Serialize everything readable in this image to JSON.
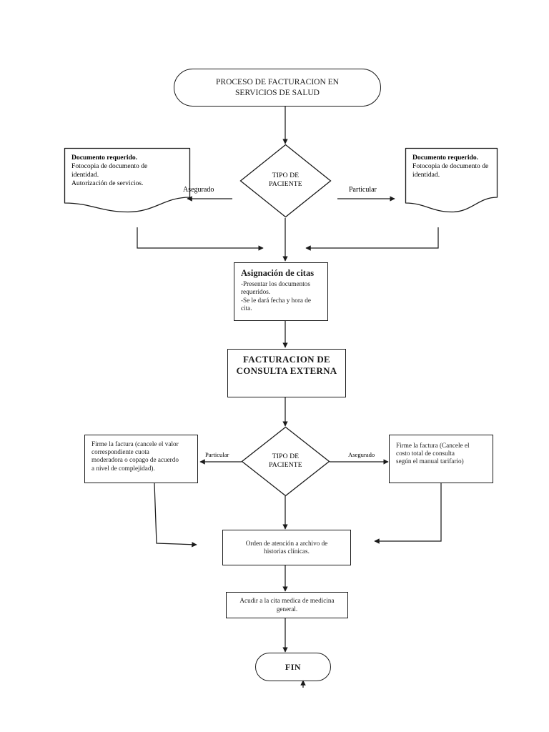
{
  "diagram": {
    "title": "Flujograma proceso de facturacion en servicios de salud",
    "type": "flowchart"
  },
  "nodes": {
    "start": {
      "shape": "terminator",
      "line1": "PROCESO DE FACTURACION EN",
      "line2": "SERVICIOS DE SALUD"
    },
    "decision_top": {
      "shape": "diamond",
      "line1": "TIPO DE",
      "line2": "PACIENTE"
    },
    "doc_left": {
      "shape": "document",
      "heading": "Documento requerido.",
      "line1": "Fotocopia de documento de",
      "line2": "identidad.",
      "line3": "Autorización de servicios."
    },
    "doc_right": {
      "shape": "document",
      "heading": "Documento requerido.",
      "line1": "Fotocopia de documento de",
      "line2": "identidad."
    },
    "asignacion": {
      "shape": "process",
      "heading": "Asignación de citas",
      "line1": "-Presentar los documentos",
      "line2": "requeridos.",
      "line3": "-Se le dará fecha y hora de",
      "line4": "cita."
    },
    "facturacion": {
      "shape": "process",
      "line1": "FACTURACION DE",
      "line2": "CONSULTA EXTERNA"
    },
    "decision_bottom": {
      "shape": "diamond",
      "line1": "TIPO DE",
      "line2": "PACIENTE"
    },
    "firme_particular": {
      "shape": "process",
      "line1": "Firme la factura (cancele el valor",
      "line2": "correspondiente cuota",
      "line3": "moderadora o copago de acuerdo",
      "line4": "a nivel de complejidad)."
    },
    "firme_asegurado": {
      "shape": "process",
      "line1": "Firme la factura (Cancele el",
      "line2": "costo total de consulta",
      "line3": "según el manual tarifario)"
    },
    "orden_atencion": {
      "shape": "process",
      "line1": "Orden de atención a archivo de",
      "line2": "historias clínicas."
    },
    "acudir_cita": {
      "shape": "process",
      "line1": "Acudir a la cita medica de medicina",
      "line2": "general."
    },
    "end": {
      "shape": "terminator",
      "label": "FIN"
    }
  },
  "edge_labels": {
    "top_left": "Asegurado",
    "top_right": "Particular",
    "bottom_left": "Particular",
    "bottom_right": "Asegurado"
  },
  "colors": {
    "stroke": "#1a1a1a",
    "background": "#ffffff",
    "text": "#1a1a1a"
  }
}
